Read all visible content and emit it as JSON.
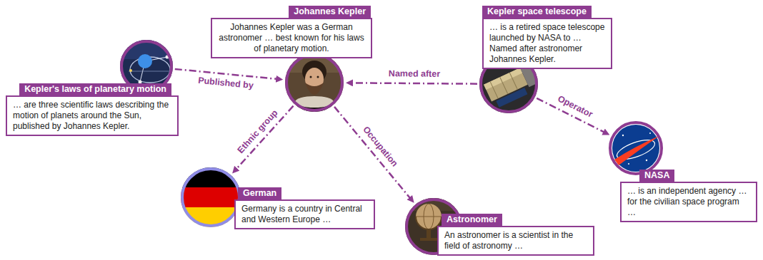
{
  "diagram": {
    "nodes": [
      {
        "text": [
          "Johannes Kepler",
          "Johannes Kepler was a German astronomer … best known for his laws of planetary motion."
        ]
      },
      {
        "text": [
          "Kepler space telescope",
          "… is a retired space telescope launched by NASA to … Named after astronomer Johannes Kepler."
        ]
      },
      {
        "text": [
          "Kepler's laws of planetary motion",
          "… are three scientific laws describing the motion of planets around the Sun, published by Johannes Kepler."
        ]
      },
      {
        "text": [
          "NASA",
          "… is an independent agency … for the civilian space program …"
        ]
      },
      {
        "text": [
          "German",
          "Germany is a country in Central and Western Europe …"
        ]
      },
      {
        "text": [
          "Astronomer",
          "An astronomer is a scientist in the field of astronomy …"
        ]
      }
    ],
    "edges": [
      {
        "from": 2,
        "to": 0,
        "label": "Published by",
        "arrow": "to"
      },
      {
        "from": 1,
        "to": 0,
        "label": "Named after",
        "arrow": "to"
      },
      {
        "from": 1,
        "to": 3,
        "label": "Operator",
        "arrow": "to"
      },
      {
        "from": 0,
        "to": 4,
        "label": "Ethnic group",
        "arrow": "to"
      },
      {
        "from": 0,
        "to": 5,
        "label": "Occupation",
        "arrow": "to"
      }
    ]
  }
}
